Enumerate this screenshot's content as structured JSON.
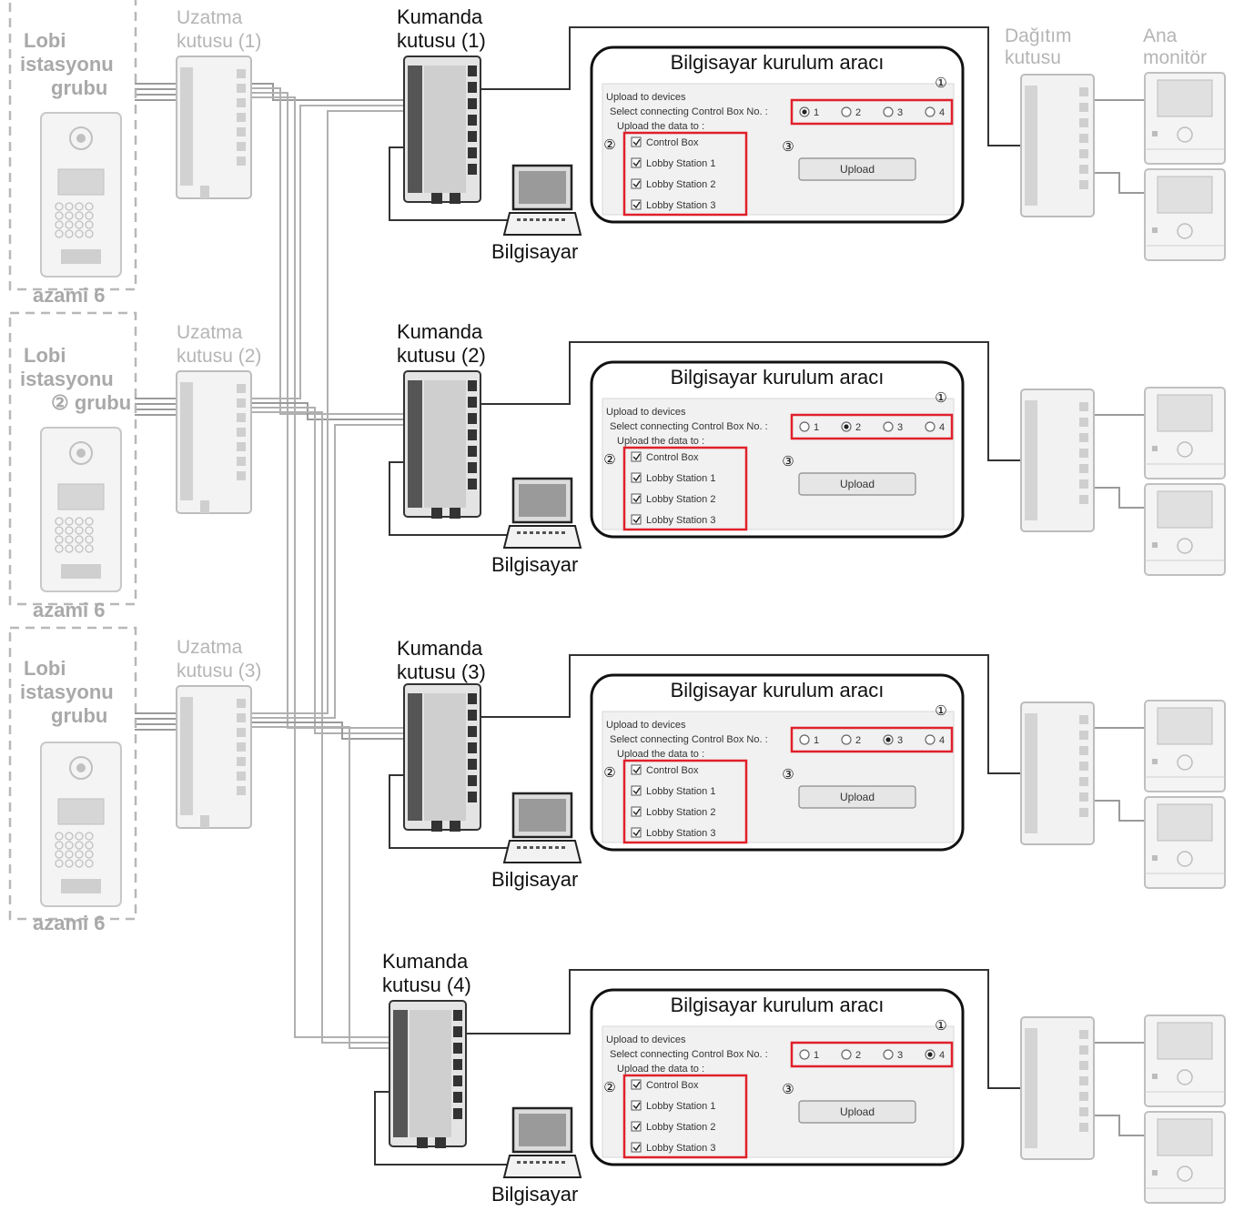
{
  "colors": {
    "highlight": "#e0202a",
    "device_dark": "#333333",
    "device_grey": "#bdbdbd",
    "wire_grey": "#9a9a9a",
    "wire_dark": "#333333",
    "panel_bg": "#f1f1f1"
  },
  "lobby_groups": [
    {
      "lines": [
        "Lobi",
        "istasyonu",
        "grubu"
      ],
      "max": "azami 6"
    },
    {
      "lines": [
        "Lobi",
        "istasyonu",
        "② grubu"
      ],
      "max": "azami 6"
    },
    {
      "lines": [
        "Lobi",
        "istasyonu",
        "grubu"
      ],
      "max": "azami 6"
    }
  ],
  "extension_boxes": [
    {
      "lines": [
        "Uzatma",
        "kutusu (1)"
      ]
    },
    {
      "lines": [
        "Uzatma",
        "kutusu (2)"
      ]
    },
    {
      "lines": [
        "Uzatma",
        "kutusu (3)"
      ]
    }
  ],
  "control_boxes": [
    {
      "lines": [
        "Kumanda",
        "kutusu (1)"
      ]
    },
    {
      "lines": [
        "Kumanda",
        "kutusu (2)"
      ]
    },
    {
      "lines": [
        "Kumanda",
        "kutusu (3)"
      ]
    },
    {
      "lines": [
        "Kumanda",
        "kutusu (4)"
      ]
    }
  ],
  "computer_label": "Bilgisayar",
  "distribution_box_label": [
    "Dağıtım",
    "kutusu"
  ],
  "main_monitor_label": [
    "Ana",
    "monitör"
  ],
  "setup_tool": {
    "title": "Bilgisayar kurulum aracı",
    "upload_to_devices": "Upload to devices",
    "select_label": "Select connecting Control Box No. :",
    "radio_options": [
      "1",
      "2",
      "3",
      "4"
    ],
    "upload_data_to": "Upload the data to :",
    "checkboxes": [
      "Control Box",
      "Lobby Station 1",
      "Lobby Station 2",
      "Lobby Station 3"
    ],
    "upload_button": "Upload",
    "step_markers": [
      "①",
      "②",
      "③"
    ]
  },
  "panels": [
    {
      "selected_radio": 1
    },
    {
      "selected_radio": 2
    },
    {
      "selected_radio": 3
    },
    {
      "selected_radio": 4
    }
  ]
}
